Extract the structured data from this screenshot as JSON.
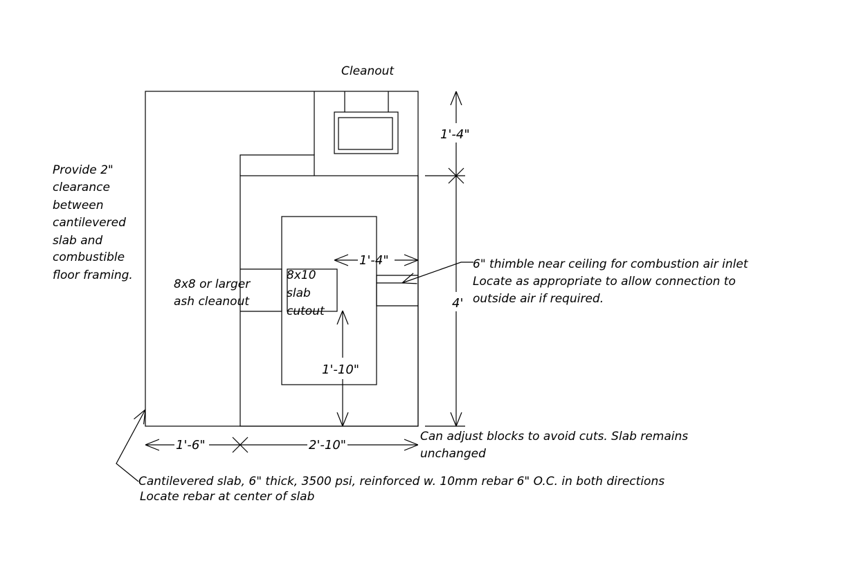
{
  "labels": {
    "cleanout": "Cleanout",
    "clearance": [
      "Provide 2\"",
      "clearance",
      "between",
      "cantilevered",
      "slab and",
      "combustible",
      "floor framing."
    ],
    "ash_cleanout": [
      "8x8 or larger",
      "ash cleanout"
    ],
    "slab_cutout": [
      "8x10",
      "slab",
      "cutout"
    ],
    "thimble": [
      "6\" thimble near ceiling for combustion air inlet",
      "Locate as appropriate to allow connection to",
      "outside air if required."
    ],
    "adjust_blocks": [
      "Can adjust blocks to avoid cuts. Slab remains",
      "unchanged"
    ],
    "cantilevered_slab": [
      "Cantilevered slab, 6\" thick, 3500 psi, reinforced w. 10mm rebar 6\" O.C. in both directions",
      "Locate rebar at center of slab"
    ]
  },
  "dimensions": {
    "top_height": "1'-4\"",
    "total_height": "4'",
    "inner_width": "1'-4\"",
    "inner_height": "1'-10\"",
    "left_width": "1'-6\"",
    "right_width": "2'-10\""
  },
  "colors": {
    "line": "#000000",
    "background": "#ffffff"
  }
}
